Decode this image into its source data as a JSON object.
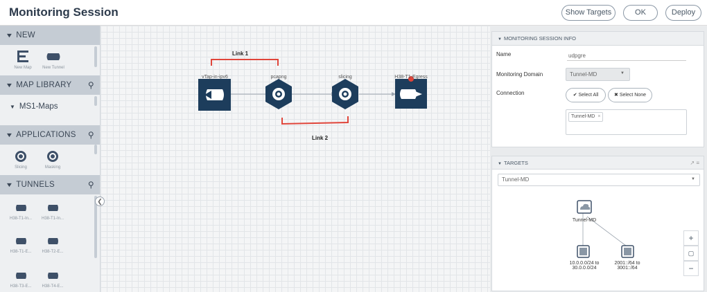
{
  "header": {
    "title": "Monitoring Session",
    "buttons": {
      "show_targets": "Show Targets",
      "ok": "OK",
      "deploy": "Deploy"
    }
  },
  "left_panel": {
    "new": {
      "title": "NEW",
      "items": [
        {
          "label": "New Map",
          "icon": "new-map-icon"
        },
        {
          "label": "New Tunnel",
          "icon": "new-tunnel-icon"
        }
      ]
    },
    "map_library": {
      "title": "MAP LIBRARY",
      "items": [
        {
          "label": "MS1-Maps"
        }
      ]
    },
    "applications": {
      "title": "APPLICATIONS",
      "items": [
        {
          "label": "Slicing",
          "icon": "gear-icon"
        },
        {
          "label": "Masking",
          "icon": "gear-icon"
        }
      ]
    },
    "tunnels": {
      "title": "TUNNELS",
      "items": [
        {
          "label": "H38-T1-In..."
        },
        {
          "label": "H38-T1-In..."
        },
        {
          "label": "H38-T1-E..."
        },
        {
          "label": "H38-T2-E..."
        },
        {
          "label": "H38-T3-E..."
        },
        {
          "label": "H38-T4-E..."
        }
      ]
    }
  },
  "canvas": {
    "nodes": [
      {
        "label": "vTap-in-ipv6",
        "icon": "tunnel-in-icon"
      },
      {
        "label": "pcapng",
        "icon": "gear-icon"
      },
      {
        "label": "slicing",
        "icon": "gear-icon"
      },
      {
        "label": "H38-T1-Egress",
        "icon": "tunnel-egress-icon"
      }
    ],
    "links": {
      "link1": "Link 1",
      "link2": "Link 2"
    }
  },
  "session_info": {
    "title": "MONITORING SESSION INFO",
    "name_label": "Name",
    "name_value": "udpgre",
    "domain_label": "Monitoring Domain",
    "domain_value": "Tunnel-MD",
    "connection_label": "Connection",
    "select_all": "Select All",
    "select_none": "Select None",
    "tag": "Tunnel-MD",
    "tag_close": "×"
  },
  "targets": {
    "title": "TARGETS",
    "select_value": "Tunnel-MD",
    "root_label": "Tunnel-MD",
    "child1_label_l1": "10.0.0.0/24 to",
    "child1_label_l2": "30.0.0.0/24",
    "child2_label_l1": "2001::/64 to",
    "child2_label_l2": "3001::/64"
  },
  "zoom": {
    "plus": "+",
    "fit": "▢",
    "minus": "−"
  },
  "colors": {
    "node_fill": "#1d3d5c",
    "link_red": "#e0453a",
    "accent": "#2d3b4c"
  }
}
